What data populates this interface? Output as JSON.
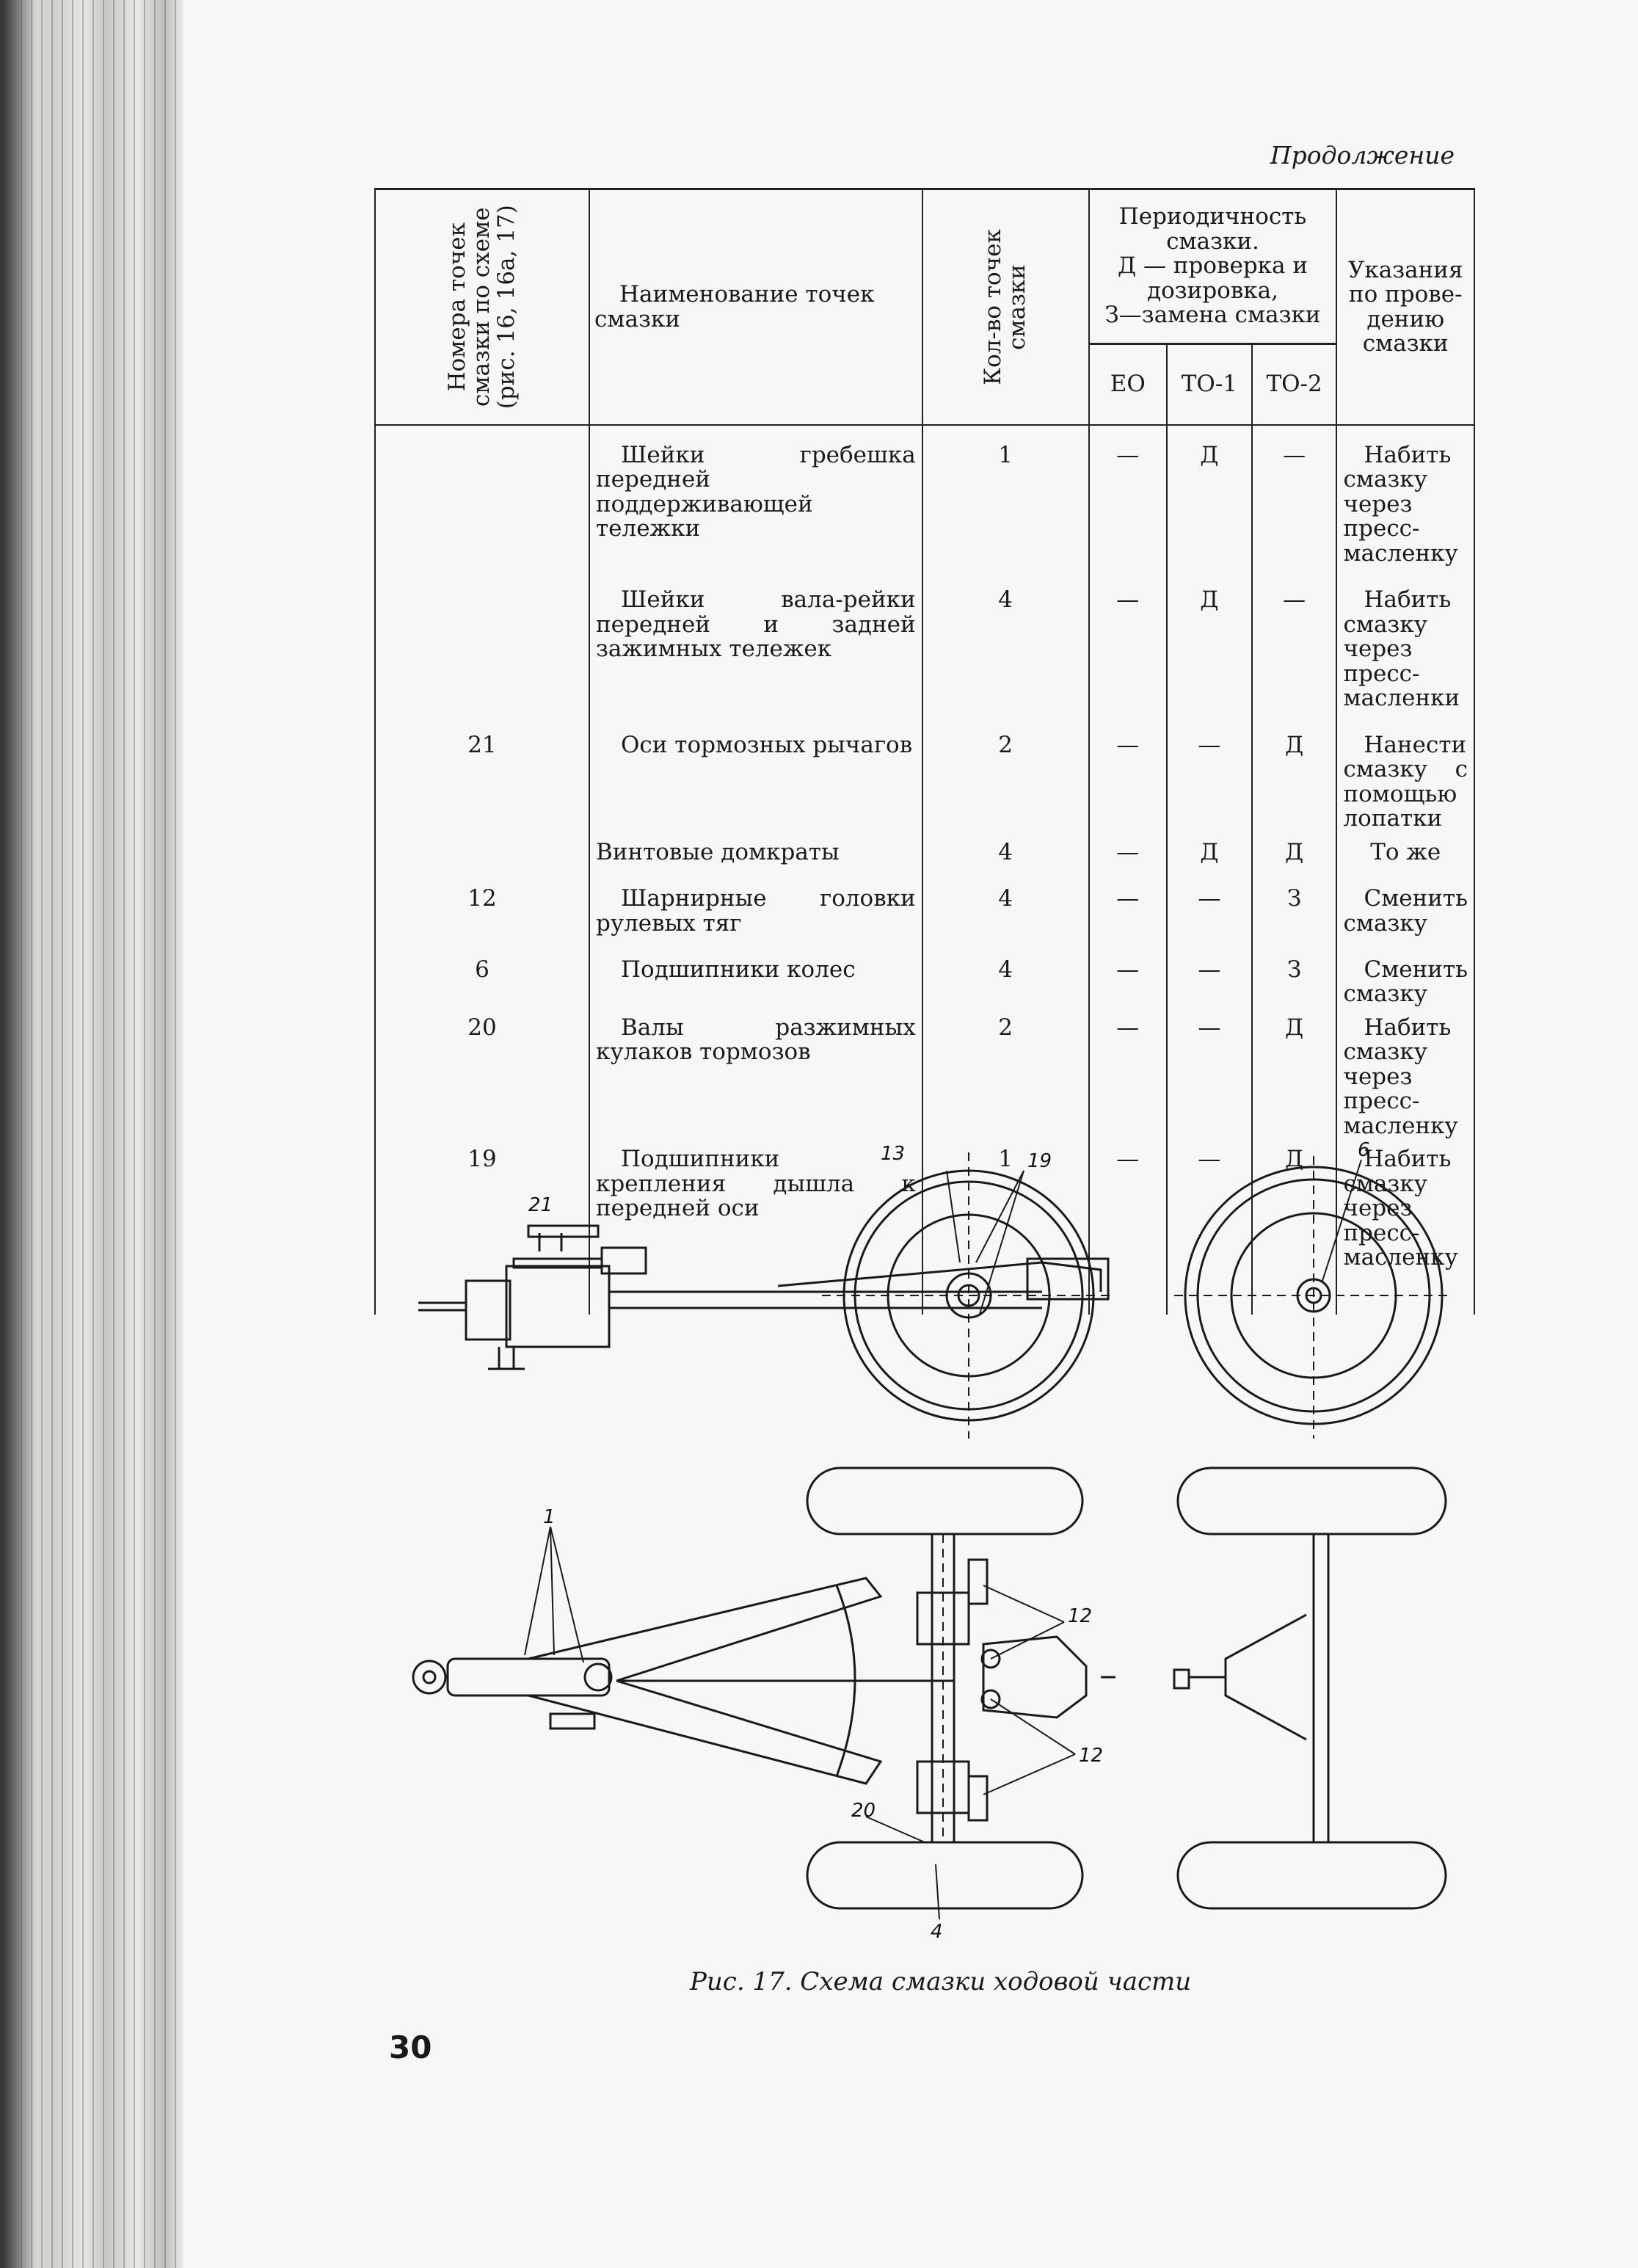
{
  "continuation_note": "Продолжение",
  "table": {
    "headers": {
      "num": "Номера точек смазки по схеме (рис. 16, 16а, 17)",
      "num_line1": "Номера точек",
      "num_line2": "смазки по схеме",
      "num_line3": "(рис. 16, 16а, 17)",
      "name_line1": "Наименование точек",
      "name_line2": "смазки",
      "qty_line1": "Кол-во точек",
      "qty_line2": "смазки",
      "period_line1": "Периодичность",
      "period_line2": "смазки.",
      "period_line3": "Д — проверка и",
      "period_line4": "дозировка,",
      "period_line5": "З—замена смазки",
      "eo": "ЕО",
      "to1": "ТО-1",
      "to2": "ТО-2",
      "notes_line1": "Указания по прове-",
      "notes_line2": "дению смазки"
    },
    "rows": [
      {
        "num": "",
        "name": "Шейки гребешка передней поддерживающей тележки",
        "qty": "1",
        "eo": "—",
        "to1": "Д",
        "to2": "—",
        "note": "Набить смазку через пресс-масленку"
      },
      {
        "num": "",
        "name": "Шейки вала-рейки передней и задней зажимных тележек",
        "qty": "4",
        "eo": "—",
        "to1": "Д",
        "to2": "—",
        "note": "Набить смазку через пресс-масленки"
      },
      {
        "num": "21",
        "name": "Оси тормозных рычагов",
        "qty": "2",
        "eo": "—",
        "to1": "—",
        "to2": "Д",
        "note": "Нанести смазку с помощью лопатки"
      },
      {
        "num": "",
        "name": "Винтовые домкраты",
        "qty": "4",
        "eo": "—",
        "to1": "Д",
        "to2": "Д",
        "note": "То же"
      },
      {
        "num": "12",
        "name": "Шарнирные головки рулевых тяг",
        "qty": "4",
        "eo": "—",
        "to1": "—",
        "to2": "З",
        "note": "Сменить смазку"
      },
      {
        "num": "6",
        "name": "Подшипники колес",
        "qty": "4",
        "eo": "—",
        "to1": "—",
        "to2": "З",
        "note": "Сменить смазку"
      },
      {
        "num": "20",
        "name": "Валы разжимных кулаков тормозов",
        "qty": "2",
        "eo": "—",
        "to1": "—",
        "to2": "Д",
        "note": "Набить смазку через пресс-масленку"
      },
      {
        "num": "19",
        "name": "Подшипники крепления дышла к передней оси",
        "qty": "1",
        "eo": "—",
        "to1": "—",
        "to2": "Д",
        "note": "Набить смазку через пресс-масленку"
      }
    ]
  },
  "figure": {
    "labels": {
      "l13": "13",
      "l19": "19",
      "l6": "6",
      "l21": "21",
      "l1": "1",
      "l12a": "12",
      "l12b": "12",
      "l20": "20",
      "l4": "4"
    },
    "caption": "Рис. 17. Схема смазки ходовой части"
  },
  "page_number": "30"
}
